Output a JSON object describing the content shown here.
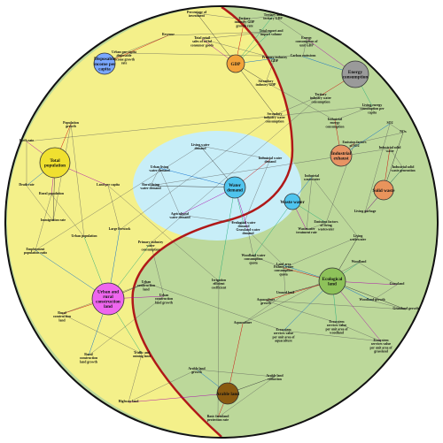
{
  "colors": {
    "outer_ring": "#111111",
    "yin_yellow": "#f4f08a",
    "yang_green": "#bcd89a",
    "divider_red": "#b01818",
    "water_region": "#c8eef8",
    "gdp": "#f2a23a",
    "energy": "#9a9a9a",
    "population": "#f0e030",
    "water": "#4fc4ee",
    "industrial_exhaust": "#e89464",
    "solid_waste": "#e8945c",
    "urban_land": "#ee66ee",
    "ecological_land": "#8ec25a",
    "arable_land": "#8a5a10",
    "ideal_income": "#7aa8ff"
  },
  "hubs": [
    {
      "id": "gdp",
      "label": "GDP"
    },
    {
      "id": "energy",
      "label": "Energy consumption"
    },
    {
      "id": "disposable",
      "label": "Disposable income per capita"
    },
    {
      "id": "population",
      "label": "Total population"
    },
    {
      "id": "water",
      "label": "Water demand"
    },
    {
      "id": "industrial_exhaust",
      "label": "Industrial exhaust"
    },
    {
      "id": "solid_waste",
      "label": "Solid waste"
    },
    {
      "id": "waste_water",
      "label": "Waste water"
    },
    {
      "id": "urban_land",
      "label": "Urban and rural construction land"
    },
    {
      "id": "ecological_land",
      "label": "Ecological land"
    },
    {
      "id": "arable_land",
      "label": "Arable land"
    }
  ],
  "nodes": [
    {
      "id": "n1",
      "label": "Percentage of investment"
    },
    {
      "id": "n2",
      "label": "Tertiary industry GDP growth rate"
    },
    {
      "id": "n3",
      "label": "Tertiary and tertiary GDP"
    },
    {
      "id": "n4",
      "label": "Energy consumption of unit GDP"
    },
    {
      "id": "n5",
      "label": "Carbon emissions"
    },
    {
      "id": "n6",
      "label": "Urban per capita disposable income growth rate"
    },
    {
      "id": "n7",
      "label": "Revenue"
    },
    {
      "id": "n8",
      "label": "Total export and import volume"
    },
    {
      "id": "n9",
      "label": "Total retail sales of social consumer goods"
    },
    {
      "id": "n10",
      "label": "Primary industry GDP"
    },
    {
      "id": "n11",
      "label": "Secondary industry GDP"
    },
    {
      "id": "n12",
      "label": "Industrial energy consumption"
    },
    {
      "id": "n13",
      "label": "Living energy consumption per capita"
    },
    {
      "id": "n14",
      "label": "Birth rate"
    },
    {
      "id": "n15",
      "label": "Death rate"
    },
    {
      "id": "n16",
      "label": "Immigration rate"
    },
    {
      "id": "n17",
      "label": "Population growth"
    },
    {
      "id": "n18",
      "label": "Urban population"
    },
    {
      "id": "n19",
      "label": "Rural population"
    },
    {
      "id": "n20",
      "label": "Employment population ratio"
    },
    {
      "id": "n21",
      "label": "Living water demand"
    },
    {
      "id": "n22",
      "label": "Industrial water demand"
    },
    {
      "id": "n23",
      "label": "Ecological water demand"
    },
    {
      "id": "n24",
      "label": "Agricultural water demand"
    },
    {
      "id": "n25",
      "label": "Urban living water demand"
    },
    {
      "id": "n26",
      "label": "Rural living water demand"
    },
    {
      "id": "n27",
      "label": "Industrial solid waste"
    },
    {
      "id": "n28",
      "label": "Industrial solid waste generation"
    },
    {
      "id": "n29",
      "label": "Living garbage"
    },
    {
      "id": "n30",
      "label": "SO2"
    },
    {
      "id": "n31",
      "label": "NOx"
    },
    {
      "id": "n32",
      "label": "Emission factors of SO2"
    },
    {
      "id": "n33",
      "label": "Emission factors of living wastewater"
    },
    {
      "id": "n34",
      "label": "Wastewater treatment rate"
    },
    {
      "id": "n35",
      "label": "Industrial wastewater"
    },
    {
      "id": "n36",
      "label": "Living wastewater"
    },
    {
      "id": "n37",
      "label": "Fishery water consumption quota"
    },
    {
      "id": "n38",
      "label": "Woodland water consumption quota"
    },
    {
      "id": "n39",
      "label": "Grassland water demand"
    },
    {
      "id": "n40",
      "label": "Land area"
    },
    {
      "id": "n41",
      "label": "Unused land"
    },
    {
      "id": "n42",
      "label": "Aquaculture"
    },
    {
      "id": "n43",
      "label": "Woodland"
    },
    {
      "id": "n44",
      "label": "Grassland"
    },
    {
      "id": "n45",
      "label": "Woodland growth"
    },
    {
      "id": "n46",
      "label": "Grassland growth"
    },
    {
      "id": "n47",
      "label": "Aquaculture growth"
    },
    {
      "id": "n48",
      "label": "Ecosystem services value per unit area of woodland"
    },
    {
      "id": "n49",
      "label": "Ecosystem services value per unit area of grassland"
    },
    {
      "id": "n50",
      "label": "Ecosystem services value per unit area of aquaculture"
    },
    {
      "id": "n51",
      "label": "Urban construction land"
    },
    {
      "id": "n52",
      "label": "Rural construction land"
    },
    {
      "id": "n53",
      "label": "Traffic and mining land"
    },
    {
      "id": "n54",
      "label": "Highway land"
    },
    {
      "id": "n55",
      "label": "Arable land growth"
    },
    {
      "id": "n56",
      "label": "Arable land reduction"
    },
    {
      "id": "n57",
      "label": "Basic farmland protection rate"
    },
    {
      "id": "n58",
      "label": "Irrigation efficient coefficient"
    },
    {
      "id": "n59",
      "label": "Land per capita"
    },
    {
      "id": "n60",
      "label": "Large livestock"
    },
    {
      "id": "n61",
      "label": "Secondary industry water consumption"
    },
    {
      "id": "n62",
      "label": "Tertiary industry water consumption"
    },
    {
      "id": "n63",
      "label": "Primary industry water consumption"
    },
    {
      "id": "n64",
      "label": "Urban construction land growth"
    },
    {
      "id": "n65",
      "label": "Rural construction land growth"
    }
  ]
}
